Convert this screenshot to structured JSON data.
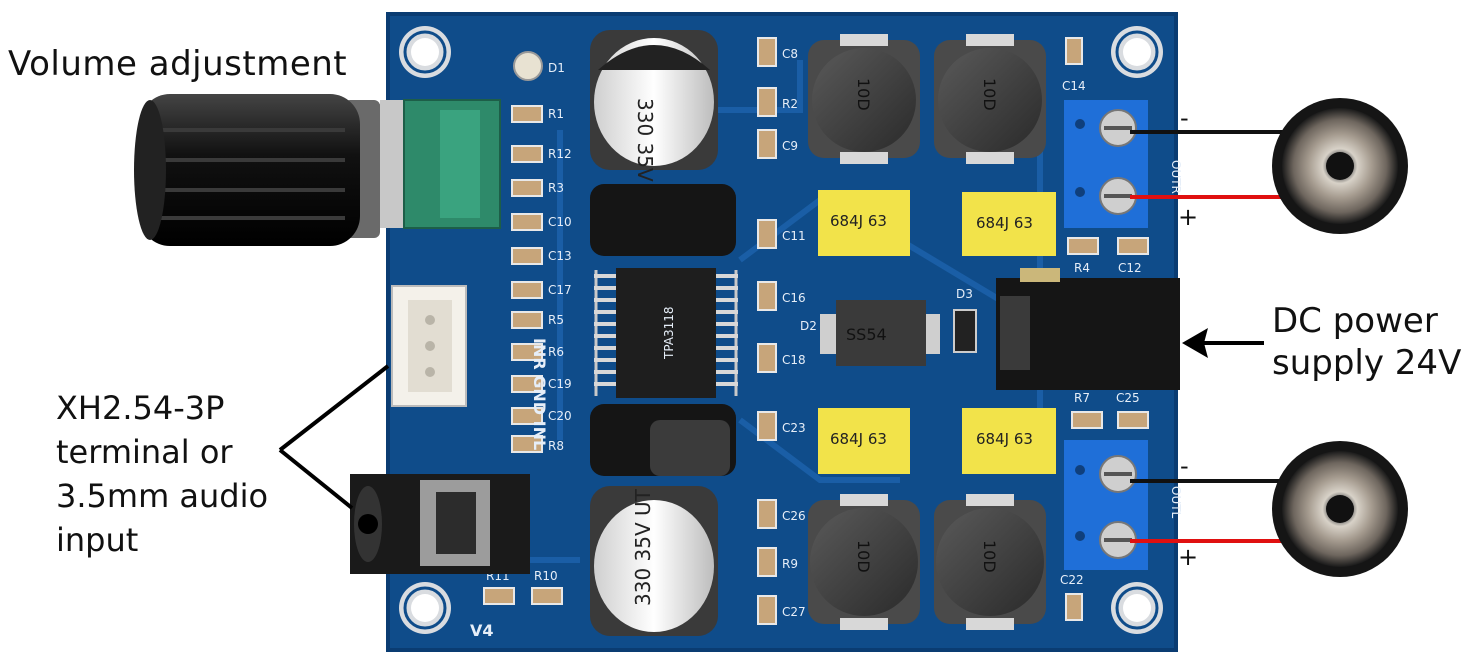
{
  "annotations": {
    "volume": "Volume adjustment",
    "dc_power_line1": "DC power",
    "dc_power_line2": "supply 24V",
    "input_line1": "XH2.54-3P",
    "input_line2": "terminal or",
    "input_line3": "3.5mm audio",
    "input_line4": "input"
  },
  "speaker_polarity": {
    "right_minus": "-",
    "right_plus": "+",
    "left_minus": "-",
    "left_plus": "+"
  },
  "board": {
    "version": "V4",
    "input_labels": "INR GND INL",
    "out_right": "OUTR",
    "out_left": "OUTL",
    "cap_label": "330 35V UT",
    "inductor_label": "10D",
    "film_cap_label": "684J 63",
    "diode_label": "SS54",
    "chip_label": "TPA3118",
    "silkscreen": [
      "D1",
      "R1",
      "R12",
      "R3",
      "C10",
      "C13",
      "C17",
      "R5",
      "R6",
      "C19",
      "C20",
      "R8",
      "C8",
      "R2",
      "C9",
      "C11",
      "C16",
      "C18",
      "C23",
      "C26",
      "R9",
      "C27",
      "C14",
      "R4",
      "C12",
      "D3",
      "D2",
      "R7",
      "C25",
      "C22",
      "R11",
      "R10"
    ]
  },
  "colors": {
    "pcb": "#0f4c8a",
    "pcb_edge": "#0a3c72",
    "wire_red": "#e01010",
    "wire_black": "#111111",
    "terminal_blue": "#1f6fd8",
    "film_cap_yellow": "#f2e34a"
  }
}
